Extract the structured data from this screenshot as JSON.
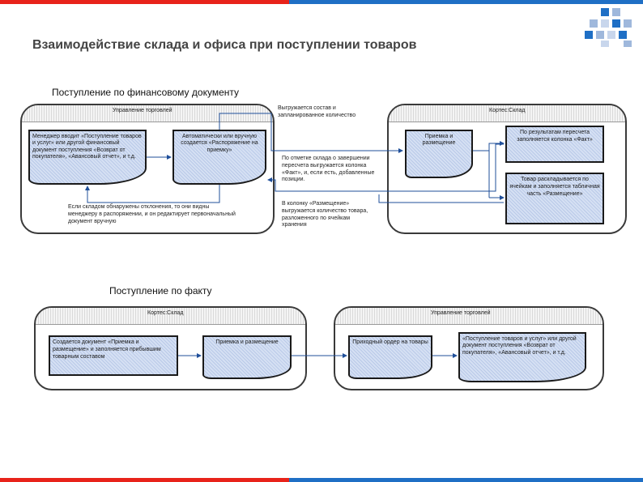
{
  "title": "Взаимодействие склада и офиса при поступлении товаров",
  "colors": {
    "accent_red": "#e8231a",
    "accent_blue": "#1f6fc5",
    "doc_fill": "#c7d5ef"
  },
  "section1": {
    "heading": "Поступление по финансовому документу",
    "lane_left": "Управление торговлей",
    "lane_right": "Кортес:Склад",
    "doc_manager": "Менеджер вводит «Поступление товаров и услуг» или другой финансовый документ поступления «Возврат от покупателя», «Авансовый отчет», и т.д.",
    "doc_auto": "Автоматически или вручную создается «Распоряжение на приемку»",
    "doc_receive": "Приемка и размещение",
    "box_fact": "По результатам пересчета заполняется колонка «Факт»",
    "box_place": "Товар раскладывается по ячейкам и заполняется табличная часть «Размещение»",
    "note_unload": "Выгружается состав и запланированное количество",
    "note_mark": "По отметке склада о завершении пересчета выгружается колонка «Факт», и, если есть, добавленные позиции.",
    "note_placement": "В колонку «Размещение» выгружается количество товара, разложенного по ячейкам хранения",
    "note_manager": "Если складом обнаружены отклонения, то они видны менеджеру в распоряжении, и он редактирует первоначальный документ вручную"
  },
  "section2": {
    "heading": "Поступление по факту",
    "lane_left": "Кортес:Склад",
    "lane_right": "Управление торговлей",
    "box_create": "Создается документ «Приемка и размещение» и заполняется прибывшим товарным составом",
    "doc_receive": "Приемка и размещение",
    "doc_order": "Приходный ордер на товары",
    "box_docs": "«Поступление товаров и услуг» или другой документ поступления «Возврат от покупателя», «Авансовый отчет», и т.д."
  }
}
